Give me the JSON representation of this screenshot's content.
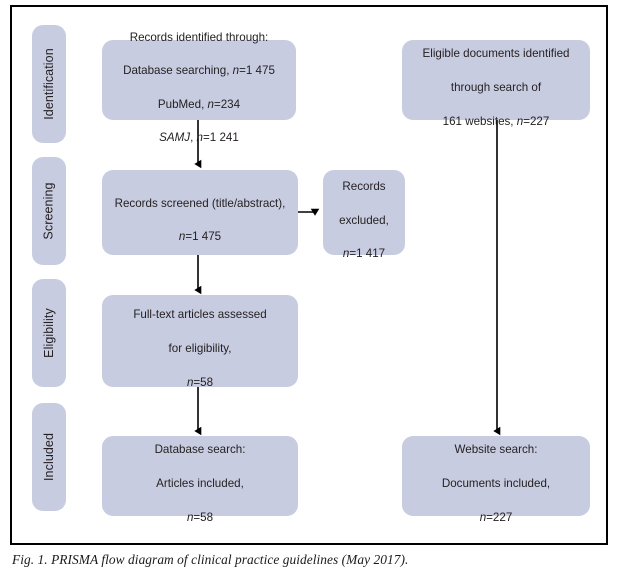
{
  "figure": {
    "caption": "Fig. 1. PRISMA flow diagram of clinical practice guidelines (May 2017).",
    "box_fill_color": "#c8cce0",
    "frame_color": "#000000",
    "text_color": "#231f20"
  },
  "stages": [
    {
      "label": "Identification"
    },
    {
      "label": "Screening"
    },
    {
      "label": "Eligibility"
    },
    {
      "label": "Included"
    }
  ],
  "nodes": {
    "records_identified": {
      "line1": "Records identified through:",
      "line2": "Database searching, n=1 475",
      "line3": "PubMed, n=234",
      "line4": "SAMJ, n=1 241"
    },
    "eligible_documents": {
      "line1": "Eligible documents identified",
      "line2": "through search of",
      "line3": "161 websites, n=227"
    },
    "records_screened": {
      "line1": "Records screened (title/abstract),",
      "line2": "n=1 475"
    },
    "records_excluded": {
      "line1": "Records",
      "line2": "excluded,",
      "line3": "n=1 417"
    },
    "full_text_assessed": {
      "line1": "Full-text articles assessed",
      "line2": "for eligibility,",
      "line3": "n=58"
    },
    "database_included": {
      "line1": "Database search:",
      "line2": "Articles included,",
      "line3": "n=58"
    },
    "website_included": {
      "line1": "Website search:",
      "line2": "Documents included,",
      "line3": "n=227"
    }
  },
  "chart_data": {
    "type": "diagram",
    "title": "PRISMA flow diagram of clinical practice guidelines (May 2017)",
    "stages": [
      "Identification",
      "Screening",
      "Eligibility",
      "Included"
    ],
    "nodes": [
      {
        "id": "records_identified",
        "stage": "Identification",
        "column": "left",
        "text": "Records identified through: Database searching, n=1 475; PubMed, n=234; SAMJ, n=1 241",
        "counts": {
          "database_searching": 1475,
          "PubMed": 234,
          "SAMJ": 1241
        }
      },
      {
        "id": "eligible_documents",
        "stage": "Identification",
        "column": "right",
        "text": "Eligible documents identified through search of 161 websites, n=227",
        "counts": {
          "websites": 161,
          "documents": 227
        }
      },
      {
        "id": "records_screened",
        "stage": "Screening",
        "column": "left",
        "text": "Records screened (title/abstract), n=1 475",
        "counts": {
          "n": 1475
        }
      },
      {
        "id": "records_excluded",
        "stage": "Screening",
        "column": "left-side",
        "text": "Records excluded, n=1 417",
        "counts": {
          "n": 1417
        }
      },
      {
        "id": "full_text_assessed",
        "stage": "Eligibility",
        "column": "left",
        "text": "Full-text articles assessed for eligibility, n=58",
        "counts": {
          "n": 58
        }
      },
      {
        "id": "database_included",
        "stage": "Included",
        "column": "left",
        "text": "Database search: Articles included, n=58",
        "counts": {
          "n": 58
        }
      },
      {
        "id": "website_included",
        "stage": "Included",
        "column": "right",
        "text": "Website search: Documents included, n=227",
        "counts": {
          "n": 227
        }
      }
    ],
    "edges": [
      {
        "from": "records_identified",
        "to": "records_screened",
        "direction": "down"
      },
      {
        "from": "records_screened",
        "to": "records_excluded",
        "direction": "right"
      },
      {
        "from": "records_screened",
        "to": "full_text_assessed",
        "direction": "down"
      },
      {
        "from": "full_text_assessed",
        "to": "database_included",
        "direction": "down"
      },
      {
        "from": "eligible_documents",
        "to": "website_included",
        "direction": "down"
      }
    ]
  }
}
